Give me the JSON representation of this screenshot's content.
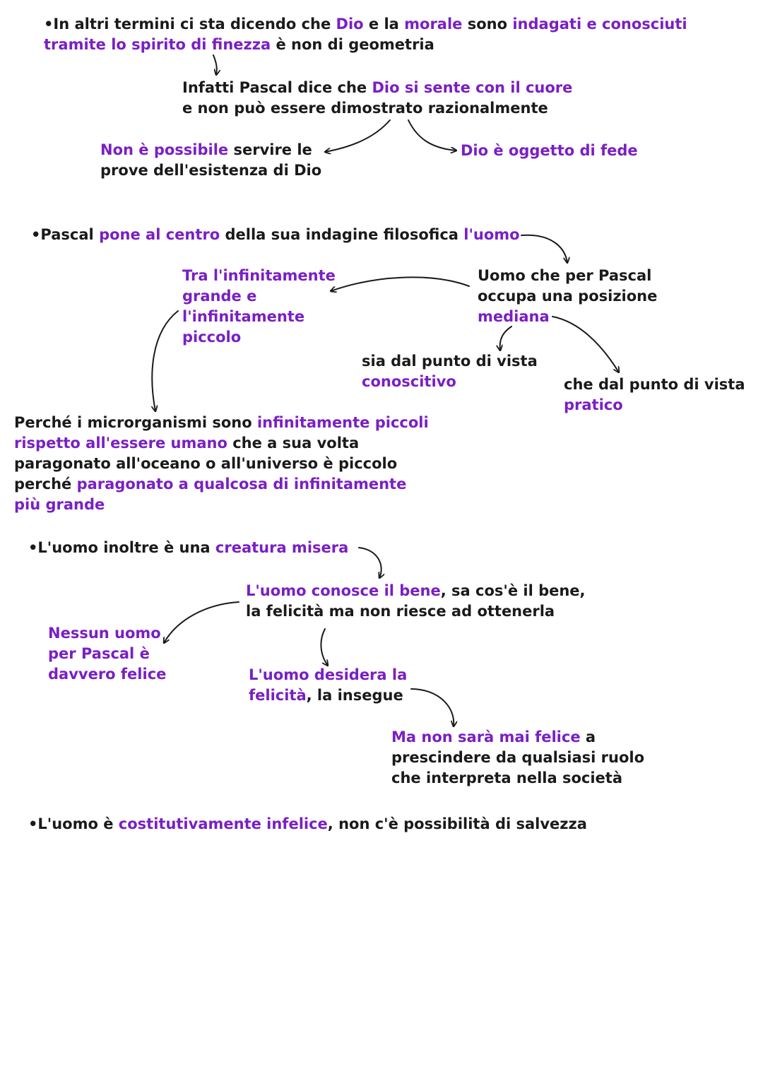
{
  "colors": {
    "text": "#1a1a1a",
    "highlight": "#7a1fc4",
    "background": "#ffffff"
  },
  "notes": [
    {
      "lines": [
        [
          {
            "t": "•In altri termini ci sta dicendo che ",
            "h": false
          },
          {
            "t": "Dio",
            "h": true
          },
          {
            "t": " e la ",
            "h": false
          },
          {
            "t": "morale",
            "h": true
          },
          {
            "t": " sono ",
            "h": false
          },
          {
            "t": "indagati e conosciuti",
            "h": true
          }
        ],
        [
          {
            "t": "tramite lo spirito di finezza",
            "h": true
          },
          {
            "t": " è non di geometria",
            "h": false
          }
        ]
      ]
    },
    {
      "lines": [
        [
          {
            "t": "Infatti Pascal dice che ",
            "h": false
          },
          {
            "t": "Dio si sente con il cuore",
            "h": true
          }
        ],
        [
          {
            "t": "e non può essere dimostrato razionalmente",
            "h": false
          }
        ]
      ]
    },
    {
      "lines": [
        [
          {
            "t": "Non è possibile",
            "h": true
          },
          {
            "t": " servire le",
            "h": false
          }
        ],
        [
          {
            "t": "prove dell'esistenza di Dio",
            "h": false
          }
        ]
      ]
    },
    {
      "lines": [
        [
          {
            "t": "Dio è oggetto di fede",
            "h": true
          }
        ]
      ]
    },
    {
      "lines": [
        [
          {
            "t": "•Pascal ",
            "h": false
          },
          {
            "t": "pone al centro",
            "h": true
          },
          {
            "t": " della sua indagine filosofica ",
            "h": false
          },
          {
            "t": "l'uomo",
            "h": true
          }
        ]
      ]
    },
    {
      "lines": [
        [
          {
            "t": "Tra l'infinitamente",
            "h": true
          }
        ],
        [
          {
            "t": "grande e",
            "h": true
          }
        ],
        [
          {
            "t": "l'infinitamente",
            "h": true
          }
        ],
        [
          {
            "t": "piccolo",
            "h": true
          }
        ]
      ]
    },
    {
      "lines": [
        [
          {
            "t": "Uomo che per Pascal",
            "h": false
          }
        ],
        [
          {
            "t": "occupa una posizione",
            "h": false
          }
        ],
        [
          {
            "t": "mediana",
            "h": true
          }
        ]
      ]
    },
    {
      "lines": [
        [
          {
            "t": "sia dal punto di vista",
            "h": false
          }
        ],
        [
          {
            "t": "conoscitivo",
            "h": true
          }
        ]
      ]
    },
    {
      "lines": [
        [
          {
            "t": "che dal punto di vista",
            "h": false
          }
        ],
        [
          {
            "t": "pratico",
            "h": true
          }
        ]
      ]
    },
    {
      "lines": [
        [
          {
            "t": "Perché i microrganismi sono ",
            "h": false
          },
          {
            "t": "infinitamente piccoli",
            "h": true
          }
        ],
        [
          {
            "t": "rispetto all'essere umano",
            "h": true
          },
          {
            "t": " che a sua volta",
            "h": false
          }
        ],
        [
          {
            "t": "paragonato all'oceano o all'universo è piccolo",
            "h": false
          }
        ],
        [
          {
            "t": "perché ",
            "h": false
          },
          {
            "t": "paragonato a qualcosa di infinitamente",
            "h": true
          }
        ],
        [
          {
            "t": "più grande",
            "h": true
          }
        ]
      ]
    },
    {
      "lines": [
        [
          {
            "t": "•L'uomo inoltre è una ",
            "h": false
          },
          {
            "t": "creatura misera",
            "h": true
          }
        ]
      ]
    },
    {
      "lines": [
        [
          {
            "t": "L'uomo conosce il bene",
            "h": true
          },
          {
            "t": ", sa cos'è il bene,",
            "h": false
          }
        ],
        [
          {
            "t": "la felicità ma non riesce ad ottenerla",
            "h": false
          }
        ]
      ]
    },
    {
      "lines": [
        [
          {
            "t": "Nessun uomo",
            "h": true
          }
        ],
        [
          {
            "t": "per Pascal è",
            "h": true
          }
        ],
        [
          {
            "t": "davvero felice",
            "h": true
          }
        ]
      ]
    },
    {
      "lines": [
        [
          {
            "t": "L'uomo desidera la",
            "h": true
          }
        ],
        [
          {
            "t": "felicità",
            "h": true
          },
          {
            "t": ", la insegue",
            "h": false
          }
        ]
      ]
    },
    {
      "lines": [
        [
          {
            "t": "Ma non sarà mai felice",
            "h": true
          },
          {
            "t": " a",
            "h": false
          }
        ],
        [
          {
            "t": "prescindere da qualsiasi ruolo",
            "h": false
          }
        ],
        [
          {
            "t": "che interpreta nella società",
            "h": false
          }
        ]
      ]
    },
    {
      "lines": [
        [
          {
            "t": "•L'uomo è ",
            "h": false
          },
          {
            "t": "costitutivamente infelice",
            "h": true
          },
          {
            "t": ", non c'è possibilità di salvezza",
            "h": false
          }
        ]
      ]
    }
  ]
}
